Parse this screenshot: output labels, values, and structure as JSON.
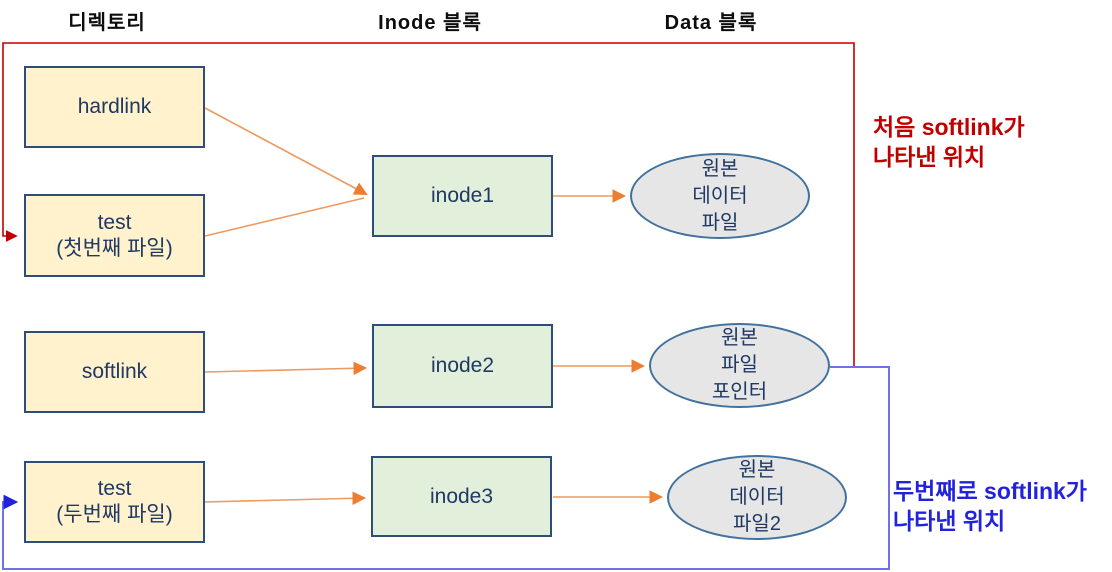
{
  "headers": {
    "directory": "디렉토리",
    "inode": "Inode 블록",
    "data": "Data 블록"
  },
  "directory_column": {
    "hardlink": {
      "label": "hardlink"
    },
    "test_first": {
      "line1": "test",
      "line2": "(첫번째 파일)"
    },
    "softlink": {
      "label": "softlink"
    },
    "test_second": {
      "line1": "test",
      "line2": "(두번째 파일)"
    }
  },
  "inode_column": {
    "inode1": "inode1",
    "inode2": "inode2",
    "inode3": "inode3"
  },
  "data_column": {
    "original_data_file": {
      "line1": "원본",
      "line2": "데이터",
      "line3": "파일"
    },
    "original_file_pointer": {
      "line1": "원본",
      "line2": "파일",
      "line3": "포인터"
    },
    "original_data_file2": {
      "line1": "원본",
      "line2": "데이터",
      "line3": "파일2"
    }
  },
  "annotations": {
    "first_softlink": {
      "line1": "처음 softlink가",
      "line2": "나타낸 위치"
    },
    "second_softlink": {
      "line1": "두번째로 softlink가",
      "line2": "나타낸 위치"
    }
  },
  "colors": {
    "directory_box_fill": "#FFF2CC",
    "inode_box_fill": "#E2EFDA",
    "box_border": "#2E4D7B",
    "ellipse_fill": "#E7E6E6",
    "ellipse_border": "#41719C",
    "box_text": "#1F3864",
    "arrow_orange": "#ED7D31",
    "arrow_orange_line": "#EC9A5F",
    "path_red": "#C00000",
    "path_blue": "#7070E8",
    "annotation_red": "#C00000",
    "annotation_blue": "#2222DD"
  }
}
